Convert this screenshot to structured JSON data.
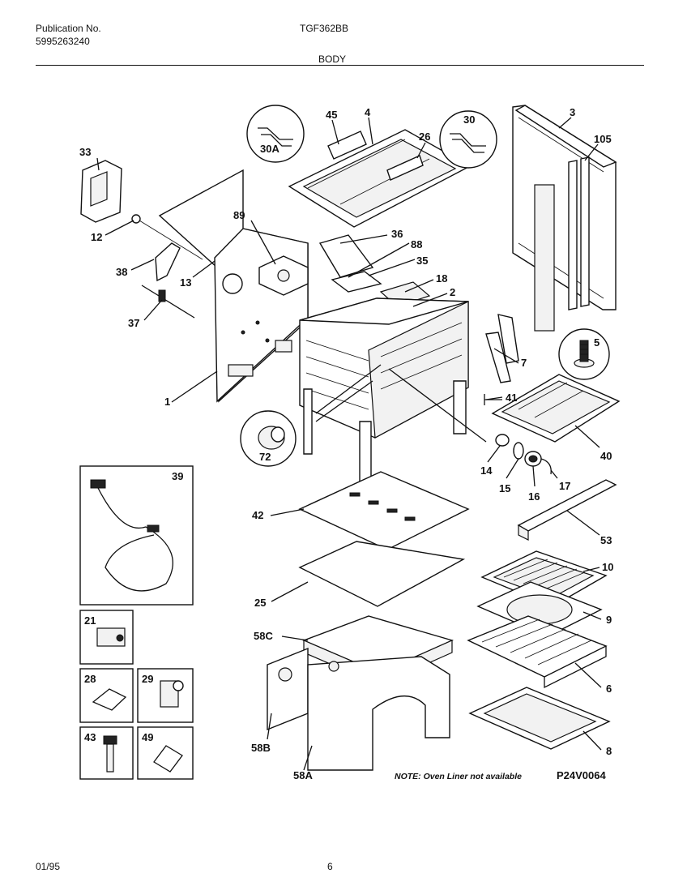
{
  "header": {
    "publication_label": "Publication No.",
    "publication_number": "5995263240",
    "model": "TGF362BB",
    "section": "BODY"
  },
  "footer": {
    "date": "01/95",
    "page": "6"
  },
  "note": "NOTE: Oven Liner not available",
  "diagram_code": "P24V0064",
  "callouts": {
    "c1": "1",
    "c2": "2",
    "c3": "3",
    "c4": "4",
    "c5": "5",
    "c6": "6",
    "c7": "7",
    "c8": "8",
    "c9": "9",
    "c10": "10",
    "c12": "12",
    "c13": "13",
    "c14": "14",
    "c15": "15",
    "c16": "16",
    "c17": "17",
    "c18": "18",
    "c21": "21",
    "c25": "25",
    "c26": "26",
    "c28": "28",
    "c29": "29",
    "c30": "30",
    "c30a": "30A",
    "c33": "33",
    "c35": "35",
    "c36": "36",
    "c37": "37",
    "c38": "38",
    "c39": "39",
    "c40": "40",
    "c41": "41",
    "c42": "42",
    "c43": "43",
    "c45": "45",
    "c49": "49",
    "c53": "53",
    "c58a": "58A",
    "c58b": "58B",
    "c58c": "58C",
    "c72": "72",
    "c88": "88",
    "c89": "89",
    "c105": "105"
  }
}
